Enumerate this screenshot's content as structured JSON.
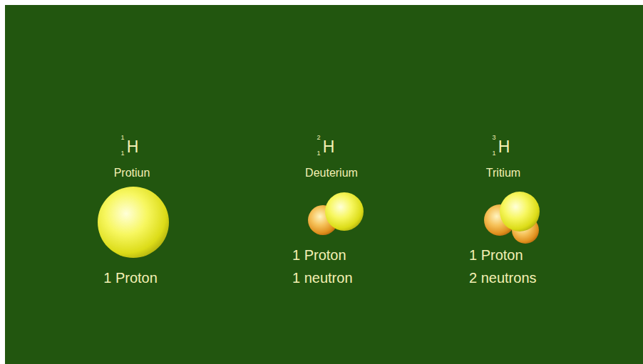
{
  "diagram": {
    "labels": [
      "1",
      "1",
      "H",
      "Protiun",
      "1 Proton",
      "2",
      "1",
      "H",
      "Deuterium",
      "1 Proton",
      "1 neutron",
      "3",
      "1",
      "H",
      "Tritium",
      "1 Proton",
      "2 neutrons"
    ]
  }
}
